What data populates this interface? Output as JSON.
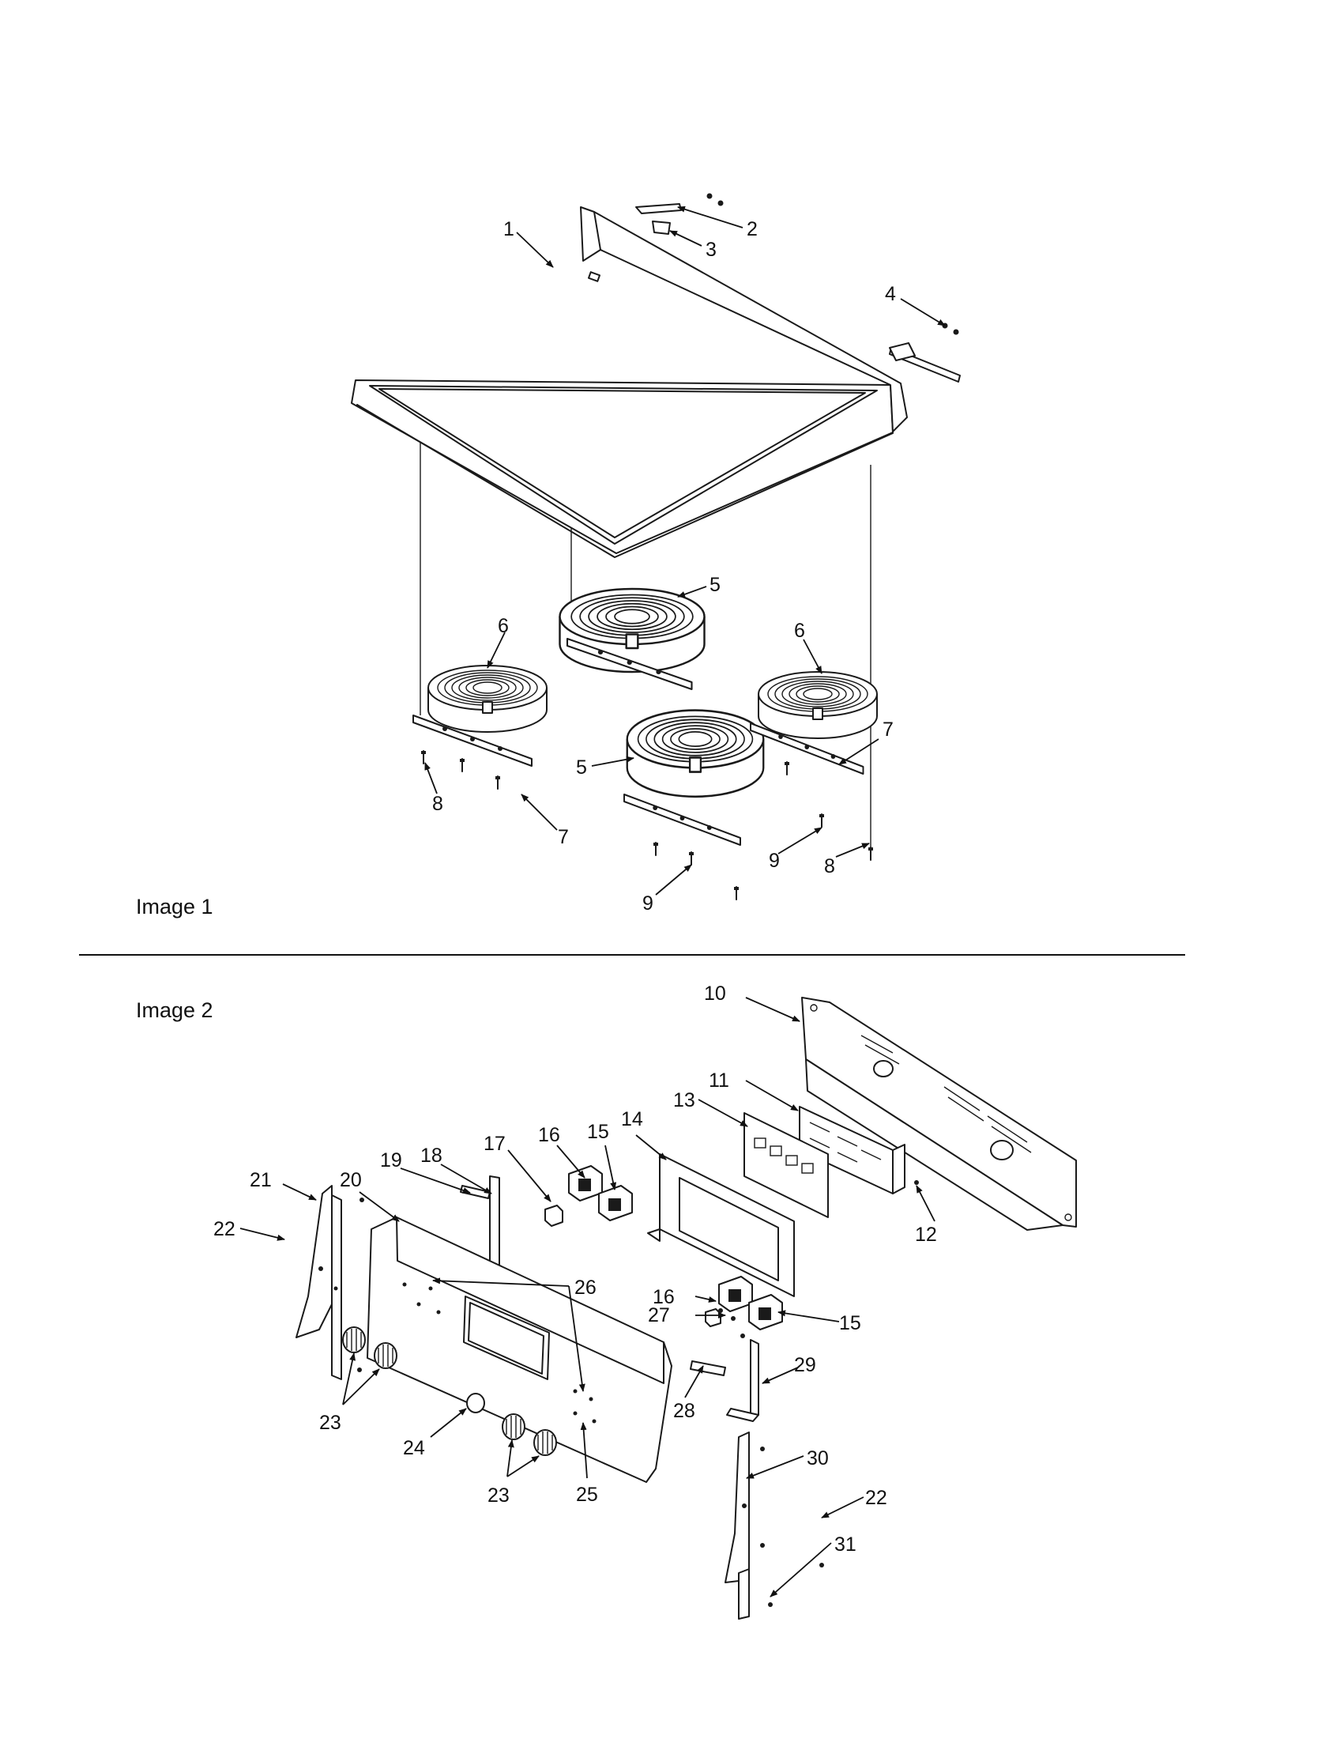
{
  "sections": [
    {
      "id": "image-1",
      "title": "Image 1"
    },
    {
      "id": "image-2",
      "title": "Image 2"
    }
  ],
  "callouts": [
    "1",
    "2",
    "3",
    "4",
    "5",
    "6",
    "7",
    "8",
    "9",
    "10",
    "11",
    "12",
    "13",
    "14",
    "15",
    "16",
    "17",
    "18",
    "19",
    "20",
    "21",
    "22",
    "23",
    "24",
    "25",
    "26",
    "27",
    "28",
    "29",
    "30",
    "31"
  ]
}
